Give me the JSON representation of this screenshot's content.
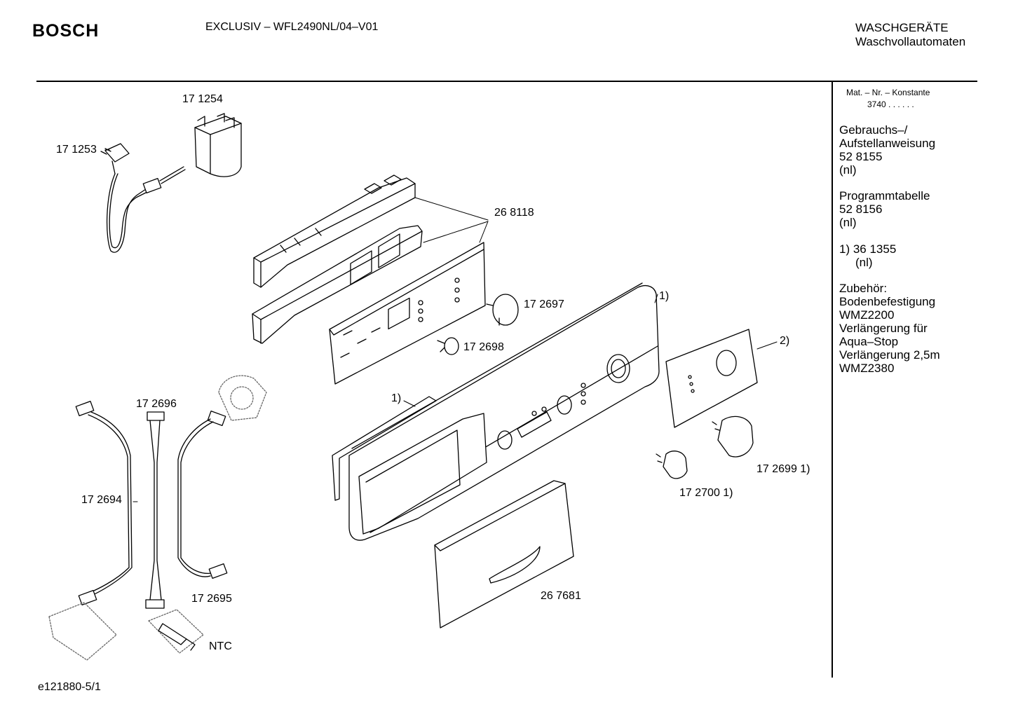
{
  "header": {
    "brand": "BOSCH",
    "model": "EXCLUSIV – WFL2490NL/04–V01",
    "category": "WASCHGERÄTE",
    "subcategory": "Waschvollautomaten"
  },
  "sidebar": {
    "mat_nr_label": "Mat. – Nr. – Konstante",
    "mat_nr_value": "3740  .  .  .  .  .  .",
    "manual_title_1": "Gebrauchs–/",
    "manual_title_2": "Aufstellanweisung",
    "manual_number": "52 8155",
    "manual_lang": "(nl)",
    "program_title": "Programmtabelle",
    "program_number": "52 8156",
    "program_lang": "(nl)",
    "note_1": "1)  36 1355",
    "note_1_lang": "(nl)",
    "accessories_title": "Zubehör:",
    "acc_1": "Bodenbefestigung",
    "acc_2": "WMZ2200",
    "acc_3": "Verlängerung für",
    "acc_4": "Aqua–Stop",
    "acc_5": "Verlängerung 2,5m",
    "acc_6": "WMZ2380"
  },
  "parts": {
    "p171254": "17 1254",
    "p171253": "17 1253",
    "p268118": "26 8118",
    "p172697": "17 2697",
    "p172698": "17 2698",
    "note_panel": "1)",
    "note_gasket": "1)",
    "note_cover": "2)",
    "p172696": "17 2696",
    "p172694": "17 2694",
    "p172695": "17 2695",
    "ntc": "NTC",
    "p172699": "17 2699 1)",
    "p172700": "17 2700 1)",
    "p267681": "26 7681"
  },
  "footer": {
    "drawing_id": "e121880-5/1"
  }
}
